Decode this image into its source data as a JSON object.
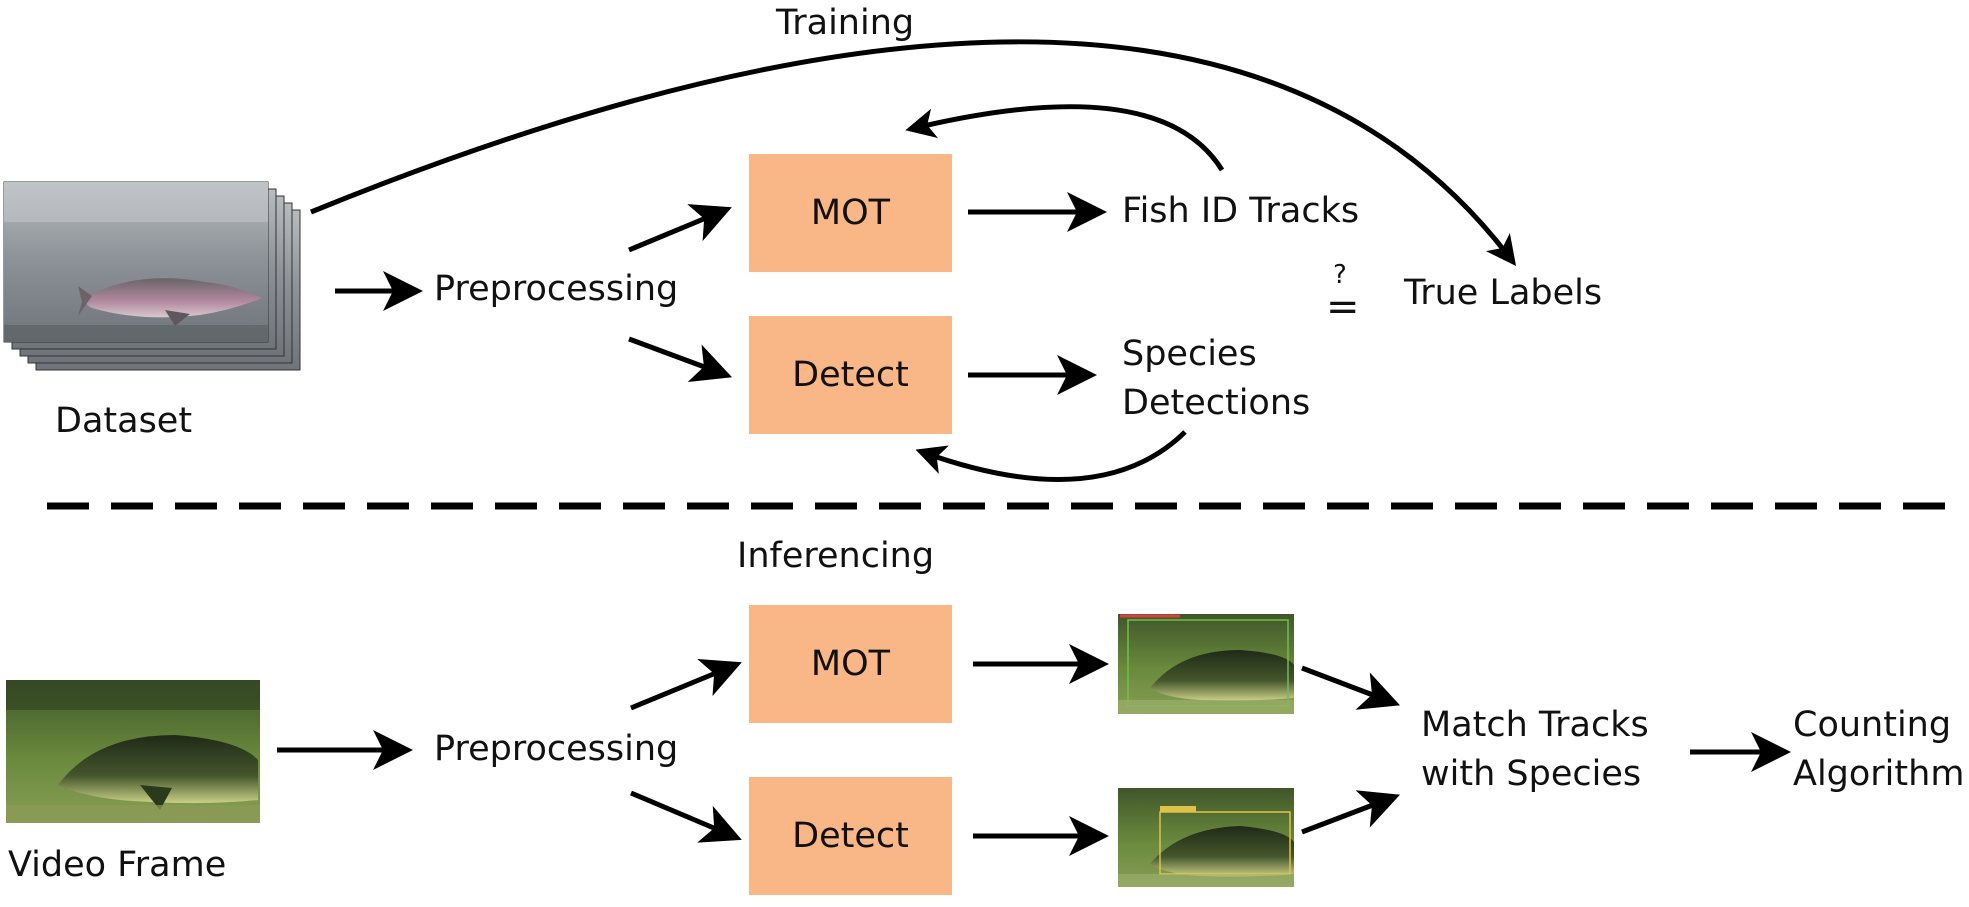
{
  "colors": {
    "box_fill": "#f9b686",
    "stroke": "#000000",
    "background": "#ffffff"
  },
  "training": {
    "title": "Training",
    "dataset_label": "Dataset",
    "preprocessing": "Preprocessing",
    "mot": "MOT",
    "detect": "Detect",
    "fish_id_tracks": "Fish ID Tracks",
    "species_detections_line1": "Species",
    "species_detections_line2": "Detections",
    "compare_symbol_top": "?",
    "compare_symbol_bottom": "=",
    "true_labels": "True Labels"
  },
  "inference": {
    "title": "Inferencing",
    "video_frame_label": "Video Frame",
    "preprocessing": "Preprocessing",
    "mot": "MOT",
    "detect": "Detect",
    "match_line1": "Match Tracks",
    "match_line2": "with Species",
    "counting_line1": "Counting",
    "counting_line2": "Algorithm"
  },
  "images": {
    "dataset_stack": "underwater fish image stack",
    "video_frame": "underwater fish video frame",
    "mot_output": "fish frame with MOT track overlay",
    "detect_output": "fish frame with detection bounding box"
  }
}
